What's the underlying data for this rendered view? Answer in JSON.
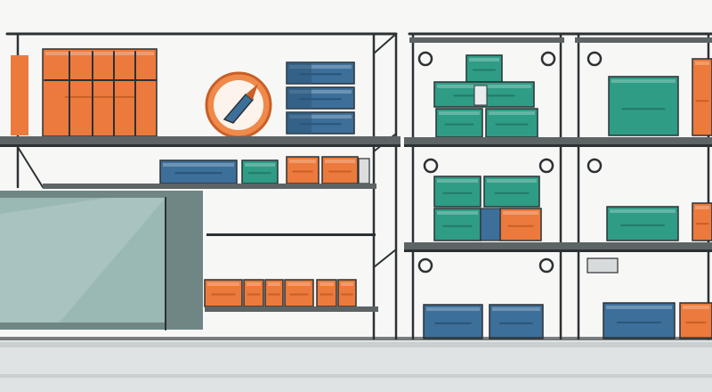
{
  "scene": {
    "kind": "flat-vector warehouse storage shelving illustration",
    "palette": {
      "background": "#f4f5f4",
      "wall": "#f7f7f6",
      "floor": "#dfe3e3",
      "floor_stripe": "#c9cfd0",
      "shelf": "#5d6466",
      "frame": "#2c3133",
      "orange": "#ec7a3c",
      "orange_dark": "#c95f27",
      "blue": "#3d6f9b",
      "blue_dark": "#2b5578",
      "teal": "#2f9c86",
      "teal_dark": "#237a68",
      "glass": "#8fb0ad",
      "glass_light": "#b5cecb",
      "counter_top": "#6f8684",
      "dial": "#ef8a4a"
    },
    "icons": [
      "wall-clock-icon",
      "glass-counter",
      "shelving-racks"
    ]
  }
}
